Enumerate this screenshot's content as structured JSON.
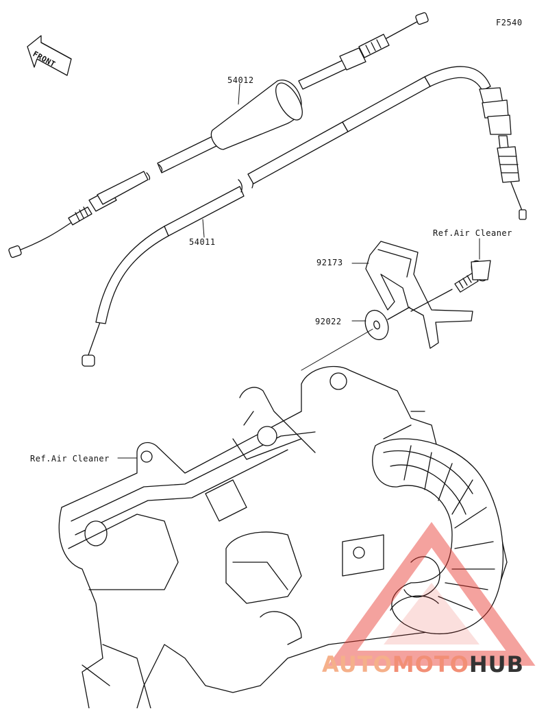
{
  "figure_code": "F2540",
  "front_label": "FRONT",
  "parts": {
    "cable_upper": "54012",
    "cable_lower": "54011",
    "bracket": "92173",
    "washer": "92022"
  },
  "refs": {
    "air_cleaner_top": "Ref.Air Cleaner",
    "air_cleaner_left": "Ref.Air Cleaner"
  },
  "watermark": {
    "part1": "AUTO",
    "part2": "MOTO",
    "part3": "HUB",
    "color_light": "#f5b08a",
    "color_mid": "#f28f76",
    "color_dark": "#333333",
    "triangle_color": "#e8332a"
  }
}
